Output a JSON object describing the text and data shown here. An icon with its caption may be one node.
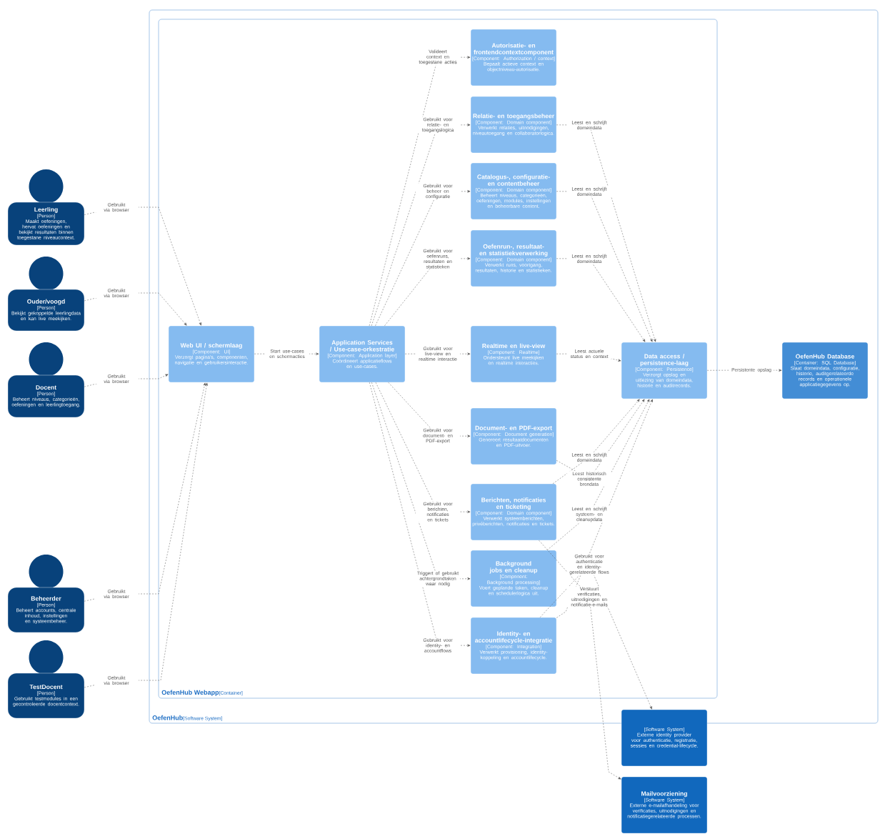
{
  "diagram": {
    "nodes": [
      {
        "text": [
          "Leerling",
          "[Person]",
          "Maakt oefeningen, hervat oefeningen en bekijkt resultaten binnen toegestane niveaucontext."
        ]
      },
      {
        "text": [
          "Ouder/voogd",
          "[Person]",
          "Bekijkt gekoppelde leerlingdata en kan live meekijken."
        ]
      },
      {
        "text": [
          "Docent",
          "[Person]",
          "Beheert niveaus, categorieën, oefeningen en leerlingtoegang."
        ]
      },
      {
        "text": [
          "Beheerder",
          "[Person]",
          "Beheert accounts, centrale inhoud, instellingen en systeembeheer."
        ]
      },
      {
        "text": [
          "TestDocent",
          "[Person]",
          "Gebruikt testmodules in een gecontroleerde docentcontext."
        ]
      },
      {
        "text": [
          "OefenHub",
          "[Software System]"
        ]
      },
      {
        "text": [
          "OefenHub Webapp",
          "[Container]"
        ],
        "in": 5
      },
      {
        "text": [
          "Web UI / schermlaag",
          "[Component: UI]",
          "Verzorgt pagina's, componenten, navigatie en gebruikersinteractie."
        ],
        "in": 6
      },
      {
        "text": [
          "Application Services / Use-case-orkestratie",
          "[Component: Application layer]",
          "Coördineert applicatieflows en use-cases."
        ],
        "in": 6
      },
      {
        "text": [
          "Autorisatie- en frontendcontextcomponent",
          "[Component: Authorization / context]",
          "Bepaalt actieve context en objectniveau-autorisatie."
        ],
        "in": 6
      },
      {
        "text": [
          "Relatie- en toegangsbeheer",
          "[Component: Domain component]",
          "Verwerkt relaties, uitnodigingen, niveautoegang en collaboratorlogica."
        ],
        "in": 6
      },
      {
        "text": [
          "Catalogus-, configuratie- en contentbeheer",
          "[Component: Domain component]",
          "Beheert niveaus, categorieën, oefeningen, modules, instellingen en beheerbare content."
        ],
        "in": 6
      },
      {
        "text": [
          "Oefenrun-, resultaat- en statistiekverwerking",
          "[Component: Domain component]",
          "Verwerkt runs, voortgang, resultaten, historie en statistieken."
        ],
        "in": 6
      },
      {
        "text": [
          "Realtime en live-view",
          "[Component: Realtime]",
          "Ondersteunt live meekijken en realtime interacties."
        ],
        "in": 6
      },
      {
        "text": [
          "Document- en PDF-export",
          "[Component: Document generation]",
          "Genereert resultaatdocumenten en PDF-uitvoer."
        ],
        "in": 6
      },
      {
        "text": [
          "Berichten, notificaties en ticketing",
          "[Component: Domain component]",
          "Verwerkt systeemberichten, privéberichten, notificaties en tickets."
        ],
        "in": 6
      },
      {
        "text": [
          "Background jobs en cleanup",
          "[Component: Background processing]",
          "Voert geplande taken, cleanup en schedulerlogica uit."
        ],
        "in": 6
      },
      {
        "text": [
          "Identity- en accountlifecycle-integratie",
          "[Component: Integration]",
          "Verwerkt provisioning, identity-koppeling en accountlifecycle."
        ],
        "in": 6
      },
      {
        "text": [
          "Data access / persistence-laag",
          "[Component: Persistence]",
          "Verzorgt opslag en uitlezing van domeindata, historie en auditrecords."
        ],
        "in": 6
      },
      {
        "text": [
          "OefenHub Database",
          "[Container: SQL Database]",
          "Slaat domeindata, configuratie, historie, auditgerelateerde records en operationele applicatiegegevens op."
        ],
        "in": 5
      },
      {
        "text": [
          "[Software System]",
          "Externe identity provider voor authenticatie, registratie, sessies en credential-lifecycle."
        ]
      },
      {
        "text": [
          "Mailvoorziening",
          "[Software System]",
          "Externe e-mailafhandeling voor verificaties, uitnodigingen en notificatiegerelateerde processen."
        ]
      }
    ],
    "edges": [
      {
        "from": 0,
        "to": 7,
        "arrow": "to",
        "label": "Gebruikt via browser"
      },
      {
        "from": 1,
        "to": 7,
        "arrow": "to",
        "label": "Gebruikt via browser"
      },
      {
        "from": 2,
        "to": 7,
        "arrow": "to",
        "label": "Gebruikt via browser"
      },
      {
        "from": 3,
        "to": 7,
        "arrow": "to",
        "label": "Gebruikt via browser"
      },
      {
        "from": 4,
        "to": 7,
        "arrow": "to",
        "label": "Gebruikt via browser"
      },
      {
        "from": 7,
        "to": 8,
        "arrow": "to",
        "label": "Start use-cases en schermacties"
      },
      {
        "from": 8,
        "to": 9,
        "arrow": "to",
        "label": "Valideert context en toegestane acties"
      },
      {
        "from": 8,
        "to": 10,
        "arrow": "to",
        "label": "Gebruikt voor relatie- en toegangslogica"
      },
      {
        "from": 8,
        "to": 11,
        "arrow": "to",
        "label": "Gebruikt voor beheer en configuratie"
      },
      {
        "from": 8,
        "to": 12,
        "arrow": "to",
        "label": "Gebruikt voor oefenruns, resultaten en statistieken"
      },
      {
        "from": 8,
        "to": 13,
        "arrow": "to",
        "label": "Gebruikt voor live-view en realtime interactie"
      },
      {
        "from": 8,
        "to": 14,
        "arrow": "to",
        "label": "Gebruikt voor document- en PDF-export"
      },
      {
        "from": 8,
        "to": 15,
        "arrow": "to",
        "label": "Gebruikt voor berichten, notificaties en tickets"
      },
      {
        "from": 8,
        "to": 16,
        "arrow": "to",
        "label": "Triggert of gebruikt achtergrondtaken waar nodig"
      },
      {
        "from": 8,
        "to": 17,
        "arrow": "to",
        "label": "Gebruikt voor identity- en accountflows"
      },
      {
        "from": 10,
        "to": 18,
        "arrow": "to",
        "label": "Leest en schrijft domeindata"
      },
      {
        "from": 11,
        "to": 18,
        "arrow": "to",
        "label": "Leest en schrijft domeindata"
      },
      {
        "from": 12,
        "to": 18,
        "arrow": "to",
        "label": "Leest en schrijft domeindata"
      },
      {
        "from": 13,
        "to": 18,
        "arrow": "to",
        "label": "Leest actuele status en context"
      },
      {
        "from": 15,
        "to": 18,
        "arrow": "to",
        "label": "Leest en schrijft domeindata"
      },
      {
        "from": 14,
        "to": 18,
        "arrow": "to",
        "label": "Leest historisch consistente brondata"
      },
      {
        "from": 16,
        "to": 18,
        "arrow": "to",
        "label": "Leest en schrijft systeem- en cleanupdata"
      },
      {
        "from": 17,
        "to": 18,
        "arrow": "to"
      },
      {
        "from": 17,
        "to": 20,
        "arrow": "to",
        "label": "Gebruikt voor authenticatie en identity-gerelateerde flows"
      },
      {
        "from": 15,
        "to": 21,
        "arrow": "to",
        "label": "Verstuurt verificaties, uitnodigingen en notificatie-e-mails"
      },
      {
        "from": 18,
        "to": 19,
        "arrow": "to",
        "label": "Persistente opslag"
      }
    ]
  }
}
